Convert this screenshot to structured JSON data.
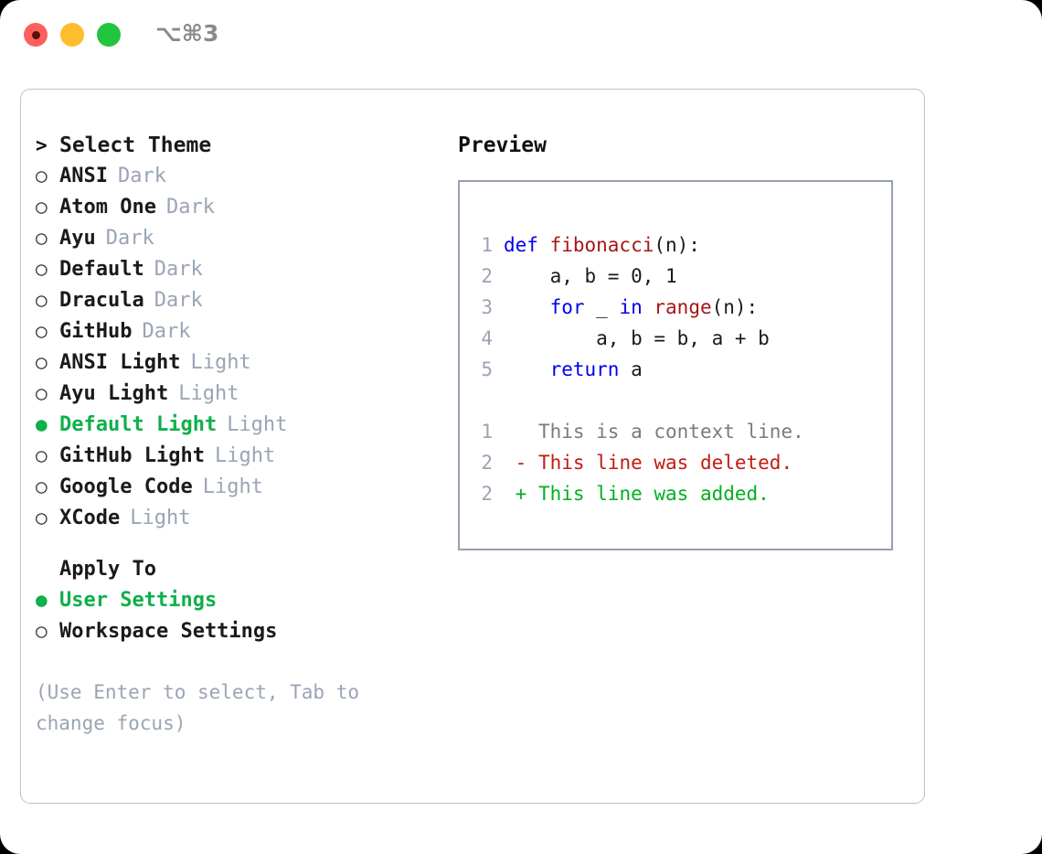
{
  "titlebar": {
    "shortcut": "⌥⌘3",
    "buttons": [
      {
        "name": "close",
        "color": "#ff605c"
      },
      {
        "name": "minimize",
        "color": "#ffbd2e"
      },
      {
        "name": "zoom",
        "color": "#22c53e"
      }
    ]
  },
  "theme_picker": {
    "header_marker": ">",
    "header": "Select Theme",
    "items": [
      {
        "marker": "○",
        "name": "ANSI",
        "tag": "Dark",
        "selected": false
      },
      {
        "marker": "○",
        "name": "Atom One",
        "tag": "Dark",
        "selected": false
      },
      {
        "marker": "○",
        "name": "Ayu",
        "tag": "Dark",
        "selected": false
      },
      {
        "marker": "○",
        "name": "Default",
        "tag": "Dark",
        "selected": false
      },
      {
        "marker": "○",
        "name": "Dracula",
        "tag": "Dark",
        "selected": false
      },
      {
        "marker": "○",
        "name": "GitHub",
        "tag": "Dark",
        "selected": false
      },
      {
        "marker": "○",
        "name": "ANSI Light",
        "tag": "Light",
        "selected": false
      },
      {
        "marker": "○",
        "name": "Ayu Light",
        "tag": "Light",
        "selected": false
      },
      {
        "marker": "●",
        "name": "Default Light",
        "tag": "Light",
        "selected": true
      },
      {
        "marker": "○",
        "name": "GitHub Light",
        "tag": "Light",
        "selected": false
      },
      {
        "marker": "○",
        "name": "Google Code",
        "tag": "Light",
        "selected": false
      },
      {
        "marker": "○",
        "name": "XCode",
        "tag": "Light",
        "selected": false
      }
    ]
  },
  "apply_to": {
    "header": "Apply To",
    "items": [
      {
        "marker": "●",
        "name": "User Settings",
        "selected": true
      },
      {
        "marker": "○",
        "name": "Workspace Settings",
        "selected": false
      }
    ]
  },
  "hint": "(Use Enter to select, Tab to change focus)",
  "preview": {
    "title": "Preview",
    "code_lines": [
      {
        "num": "1",
        "tokens": [
          {
            "t": "def ",
            "c": "kw"
          },
          {
            "t": "fibonacci",
            "c": "fn"
          },
          {
            "t": "(n):",
            "c": "pl"
          }
        ]
      },
      {
        "num": "2",
        "tokens": [
          {
            "t": "    a, b = 0, 1",
            "c": "pl"
          }
        ]
      },
      {
        "num": "3",
        "tokens": [
          {
            "t": "    ",
            "c": "pl"
          },
          {
            "t": "for",
            "c": "kw"
          },
          {
            "t": " _ ",
            "c": "pl"
          },
          {
            "t": "in ",
            "c": "kw"
          },
          {
            "t": "range",
            "c": "fn"
          },
          {
            "t": "(n):",
            "c": "pl"
          }
        ]
      },
      {
        "num": "4",
        "tokens": [
          {
            "t": "        a, b = b, a + b",
            "c": "pl"
          }
        ]
      },
      {
        "num": "5",
        "tokens": [
          {
            "t": "    ",
            "c": "pl"
          },
          {
            "t": "return",
            "c": "kw"
          },
          {
            "t": " a",
            "c": "pl"
          }
        ]
      }
    ],
    "diff_lines": [
      {
        "num": "1",
        "sign": " ",
        "text": " This is a context line.",
        "kind": "ctx"
      },
      {
        "num": "2",
        "sign": "-",
        "text": " This line was deleted.",
        "kind": "del"
      },
      {
        "num": "2",
        "sign": "+",
        "text": " This line was added.",
        "kind": "add"
      }
    ]
  },
  "colors": {
    "accent_green": "#0db04a",
    "muted": "#9aa4b5",
    "keyword": "#0000ee",
    "function": "#a81515",
    "diff_deleted": "#c21b10",
    "diff_added": "#00b020",
    "panel_border": "#b9c2cf",
    "preview_border": "#95a1b2"
  }
}
